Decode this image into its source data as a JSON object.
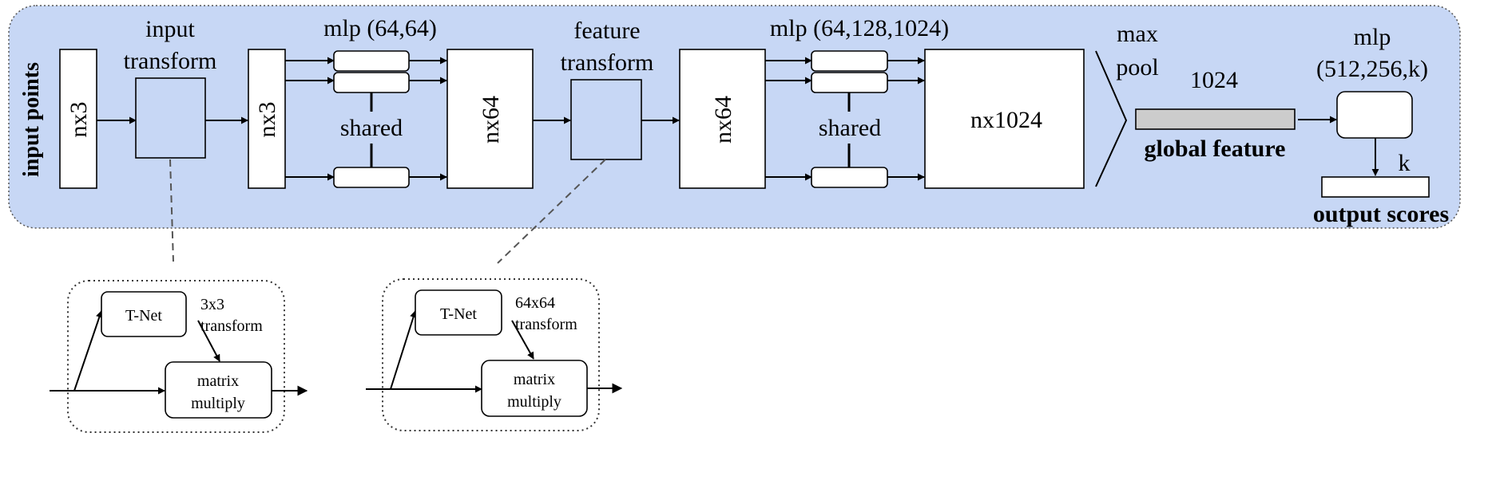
{
  "pipeline": {
    "input_points": "input points",
    "nx3_a": "nx3",
    "input_transform": [
      "input",
      "transform"
    ],
    "nx3_b": "nx3",
    "mlp1": "mlp (64,64)",
    "shared1": "shared",
    "nx64_a": "nx64",
    "feature_transform": [
      "feature",
      "transform"
    ],
    "nx64_b": "nx64",
    "mlp2": "mlp (64,128,1024)",
    "shared2": "shared",
    "nx1024": "nx1024",
    "maxpool": [
      "max",
      "pool"
    ],
    "dim1024": "1024",
    "global_feature": "global feature",
    "mlp3": [
      "mlp",
      "(512,256,k)"
    ],
    "k": "k",
    "output_scores": "output scores"
  },
  "tnet_input": {
    "tnet": "T-Net",
    "transform": [
      "3x3",
      "transform"
    ],
    "matrix": [
      "matrix",
      "multiply"
    ]
  },
  "tnet_feature": {
    "tnet": "T-Net",
    "transform": [
      "64x64",
      "transform"
    ],
    "matrix": [
      "matrix",
      "multiply"
    ]
  },
  "colors": {
    "panel": "#c7d7f5",
    "global_bar": "#cccccc"
  }
}
